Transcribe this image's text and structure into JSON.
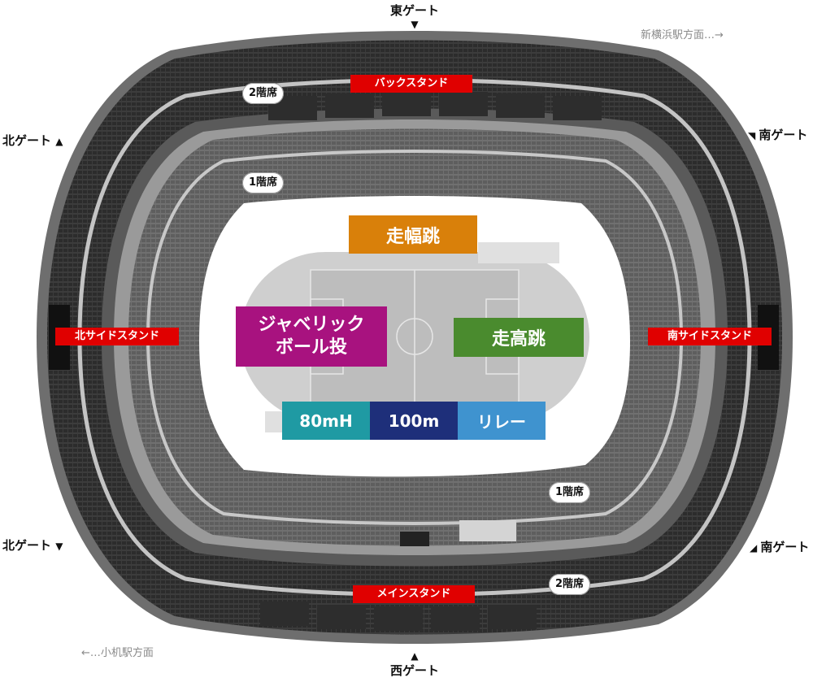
{
  "gates": {
    "east": "東ゲート",
    "west": "西ゲート",
    "north_top": "北ゲート",
    "north_bottom": "北ゲート",
    "south_top": "南ゲート",
    "south_bottom": "南ゲート"
  },
  "directions": {
    "shinyokohama": "新横浜駅方面…→",
    "kozukue": "←…小机駅方面"
  },
  "stands": {
    "back": "バックスタンド",
    "main": "メインスタンド",
    "north_side": "北サイドスタンド",
    "south_side": "南サイドスタンド"
  },
  "tiers": {
    "second_top": "2階席",
    "first_top": "1階席",
    "first_bottom": "1階席",
    "second_bottom": "2階席"
  },
  "events": {
    "long_jump": {
      "label": "走幅跳",
      "color": "#d9800a"
    },
    "javelin_line1": "ジャベリック",
    "javelin_line2": "ボール投",
    "javelin_color": "#a8127f",
    "high_jump": {
      "label": "走高跳",
      "color": "#4a8b2e"
    },
    "hurdles": {
      "label": "80mH",
      "color": "#1f9aa3"
    },
    "sprint": {
      "label": "100m",
      "color": "#1e2f7a"
    },
    "relay": {
      "label": "リレー",
      "color": "#3f93cf"
    }
  },
  "colors": {
    "stand_label": "#e00000",
    "seat_dark": "#3a3a3a",
    "seat_mid": "#7a7a7a",
    "concourse": "#bdbdbd",
    "track": "#cfcfcf"
  }
}
